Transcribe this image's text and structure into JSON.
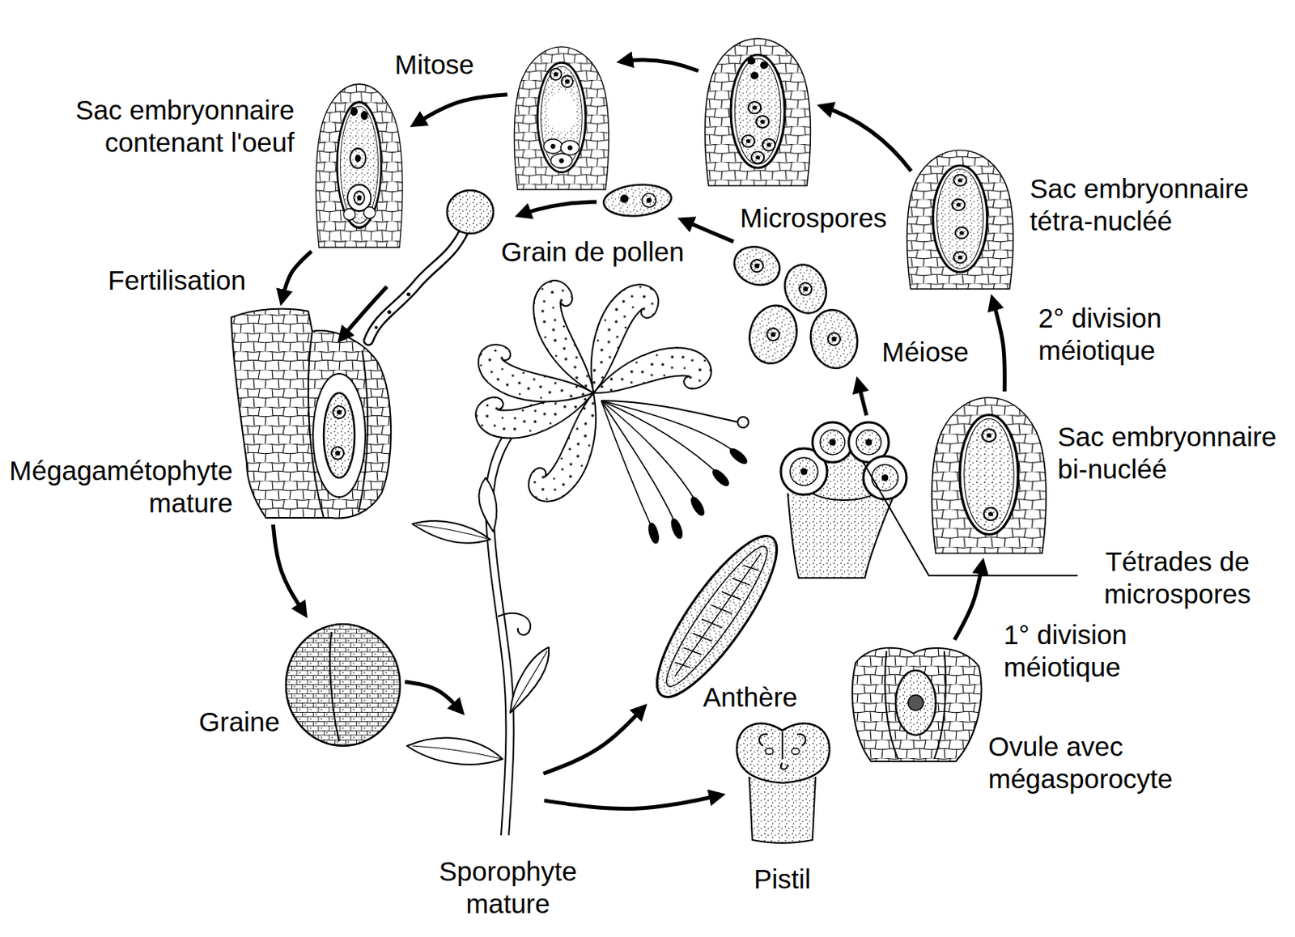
{
  "diagram": {
    "nodes": [
      {
        "text": [
          "Sporophyte mature"
        ]
      },
      {
        "text": [
          "Anthère"
        ]
      },
      {
        "text": [
          "Pistil"
        ]
      },
      {
        "text": [
          "Tétrades de microspores"
        ]
      },
      {
        "text": [
          "Microspores"
        ]
      },
      {
        "text": [
          "Grain de pollen"
        ]
      },
      {
        "text": [
          "Ovule avec mégasporocyte"
        ]
      },
      {
        "text": [
          "Sac embryonnaire bi-nucléé"
        ]
      },
      {
        "text": [
          "Sac embryonnaire tétra-nucléé"
        ]
      },
      {
        "text": [
          "Mitose"
        ]
      },
      {
        "text": [
          "Sac embryonnaire contenant l'oeuf"
        ]
      },
      {
        "text": [
          "Mégagamétophyte mature"
        ]
      },
      {
        "text": [
          "Graine"
        ]
      }
    ],
    "edges": [
      {
        "from": 0,
        "to": 1,
        "arrow": "to"
      },
      {
        "from": 0,
        "to": 2,
        "arrow": "to"
      },
      {
        "from": 3,
        "to": 4,
        "label": "Méiose",
        "arrow": "to"
      },
      {
        "from": 4,
        "to": 5,
        "arrow": "to"
      },
      {
        "from": 6,
        "to": 7,
        "label": "1° division méiotique",
        "arrow": "to"
      },
      {
        "from": 7,
        "to": 8,
        "label": "2° division méiotique",
        "arrow": "to"
      },
      {
        "from": 9,
        "to": 10,
        "arrow": "to"
      },
      {
        "from": 10,
        "to": 11,
        "label": "Fertilisation",
        "arrow": "to"
      },
      {
        "from": 11,
        "to": 12,
        "arrow": "to"
      },
      {
        "from": 12,
        "to": 0,
        "arrow": "to"
      }
    ]
  }
}
